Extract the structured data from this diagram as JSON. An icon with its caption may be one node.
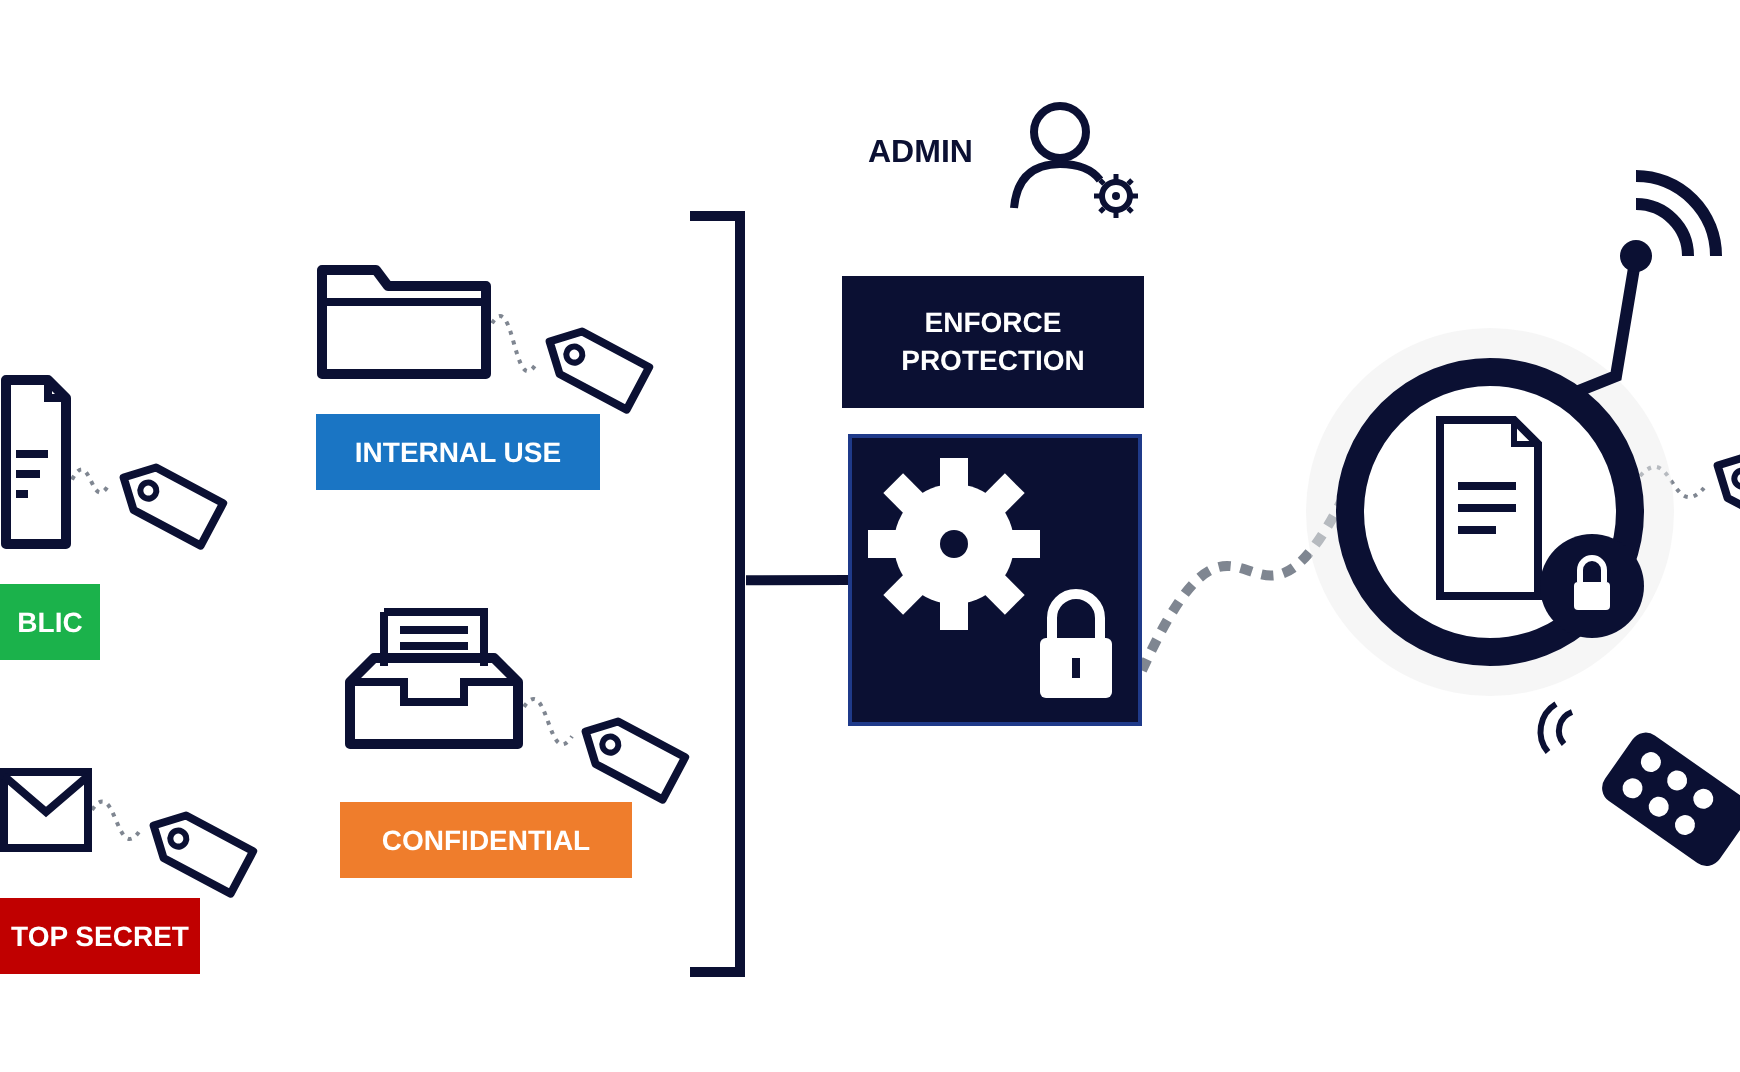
{
  "diagram": {
    "nodes": [
      {
        "text": [],
        "shape": "document"
      },
      {
        "text": [],
        "shape": "tag"
      },
      {
        "text": [
          "BLIC"
        ]
      },
      {
        "text": [],
        "shape": "envelope"
      },
      {
        "text": [],
        "shape": "tag"
      },
      {
        "text": [
          "TOP SECRET"
        ]
      },
      {
        "text": [],
        "shape": "folder"
      },
      {
        "text": [],
        "shape": "tag"
      },
      {
        "text": [
          "INTERNAL USE"
        ]
      },
      {
        "text": [],
        "shape": "tray"
      },
      {
        "text": [],
        "shape": "tag"
      },
      {
        "text": [
          "CONFIDENTIAL"
        ]
      },
      {
        "text": [],
        "shape": "bracket"
      },
      {
        "text": [],
        "shape": "person",
        "beside": [
          "ADMIN"
        ]
      },
      {
        "text": [
          "ENFORCE PROTECTION"
        ]
      },
      {
        "text": [],
        "shape": "box"
      },
      {
        "text": [],
        "shape": "circle"
      },
      {
        "text": [],
        "shape": "tag"
      }
    ],
    "edges": [
      {
        "from": 0,
        "to": 1,
        "arrow": "none",
        "style": "dashed"
      },
      {
        "from": 3,
        "to": 4,
        "arrow": "none",
        "style": "dashed"
      },
      {
        "from": 6,
        "to": 7,
        "arrow": "none",
        "style": "dashed"
      },
      {
        "from": 9,
        "to": 10,
        "arrow": "none",
        "style": "dashed"
      },
      {
        "from": 12,
        "to": 15,
        "arrow": "none",
        "style": "thick",
        "color": "#0b1033"
      },
      {
        "from": 15,
        "to": 16,
        "arrow": "none",
        "style": "dashed"
      },
      {
        "from": 16,
        "to": 17,
        "arrow": "none",
        "style": "dashed"
      }
    ]
  }
}
